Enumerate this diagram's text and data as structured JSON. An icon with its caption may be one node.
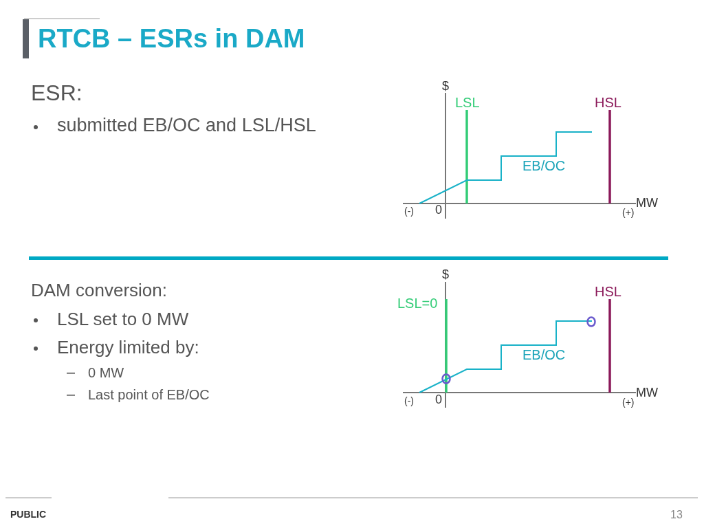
{
  "diagram": {
    "title": "RTCB – ESRs in DAM",
    "labels": [
      "ESR:",
      "submitted EB/OC and LSL/HSL",
      "$",
      "LSL",
      "HSL",
      "EB/OC",
      "(-)",
      "0",
      "MW",
      "(+)",
      "DAM conversion:",
      "LSL set to 0 MW",
      "Energy limited by:",
      "0 MW",
      "Last point of EB/OC",
      "$",
      "LSL=0",
      "HSL",
      "EB/OC",
      "(-)",
      "0",
      "MW",
      "(+)",
      "PUBLIC",
      "13"
    ]
  }
}
